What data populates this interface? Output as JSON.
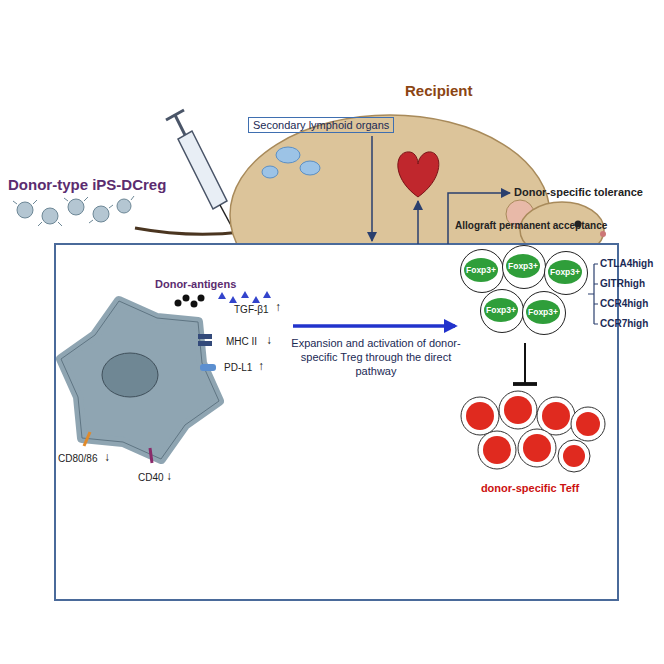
{
  "diagram": {
    "nodes": [
      {
        "text": [
          "Donor-type iPS-DCreg"
        ]
      },
      {
        "text": [
          "Recipient"
        ]
      },
      {
        "text": [
          "Secondary lymphoid organs"
        ],
        "in": 1
      },
      {
        "text": [
          "Donor-antigens"
        ]
      },
      {
        "text": [
          "CTLA4high",
          "GITRhigh",
          "CCR4high",
          "CCR7high"
        ]
      },
      {
        "text": [
          "Foxp3+"
        ],
        "in": 4
      },
      {
        "text": [
          "Foxp3+"
        ],
        "in": 4
      },
      {
        "text": [
          "Foxp3+"
        ],
        "in": 4
      },
      {
        "text": [
          "Foxp3+"
        ],
        "in": 4
      },
      {
        "text": [
          "Foxp3+"
        ],
        "in": 4
      },
      {
        "text": [
          "donor-specific Teff"
        ]
      }
    ],
    "edges": [
      {
        "from": 3,
        "to": 4,
        "arrow": "to",
        "label": "Expansion and activation of donor-specific Treg through the direct pathway"
      },
      {
        "from": 4,
        "to": 10,
        "arrow": "to"
      }
    ],
    "labels": [
      "Donor-specific tolerance",
      "Allograft permanent acceptance",
      "TGF-β1",
      "↑",
      "MHC II",
      "↓",
      "PD-L1",
      "↑",
      "CD80/86",
      "↓",
      "CD40",
      "↓"
    ]
  }
}
